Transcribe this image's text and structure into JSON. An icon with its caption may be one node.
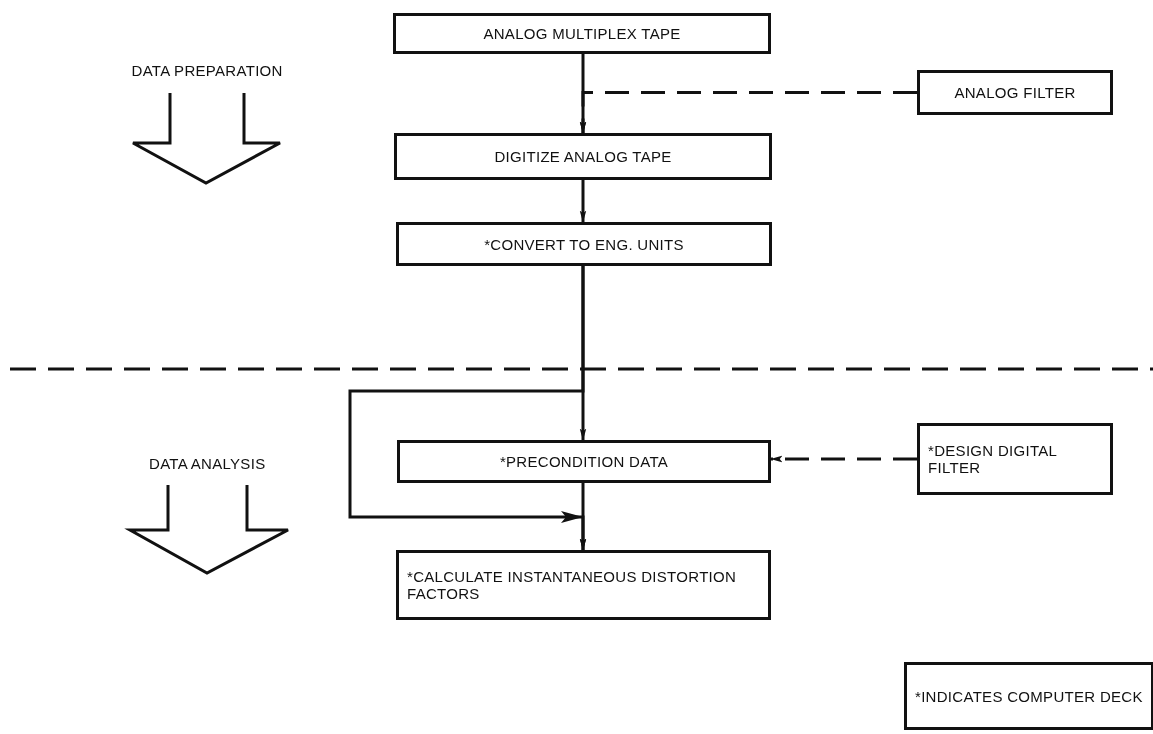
{
  "diagram": {
    "nodes": [
      {
        "text": [
          "ANALOG MULTIPLEX TAPE"
        ]
      },
      {
        "text": [
          "ANALOG FILTER"
        ]
      },
      {
        "text": [
          "DIGITIZE ANALOG TAPE"
        ]
      },
      {
        "text": [
          "*CONVERT TO ENG. UNITS"
        ]
      },
      {
        "text": [
          "*PRECONDITION DATA"
        ]
      },
      {
        "text": [
          "*DESIGN DIGITAL FILTER"
        ]
      },
      {
        "text": [
          "*CALCULATE INSTANTANEOUS DISTORTION FACTORS"
        ]
      },
      {
        "text": [
          "*INDICATES COMPUTER DECK"
        ]
      }
    ],
    "edges": [
      {
        "from": 0,
        "to": 2,
        "arrow": "to"
      },
      {
        "from": 1,
        "to": 2,
        "arrow": "to",
        "style": "dashed"
      },
      {
        "from": 2,
        "to": 3,
        "arrow": "to"
      },
      {
        "from": 3,
        "to": 4,
        "arrow": "to"
      },
      {
        "from": 5,
        "to": 4,
        "arrow": "to",
        "style": "dashed"
      },
      {
        "from": 4,
        "to": 6,
        "arrow": "to"
      },
      {
        "from": 3,
        "to": 6,
        "arrow": "to"
      }
    ],
    "labels": [
      "DATA PREPARATION",
      "DATA ANALYSIS"
    ]
  }
}
